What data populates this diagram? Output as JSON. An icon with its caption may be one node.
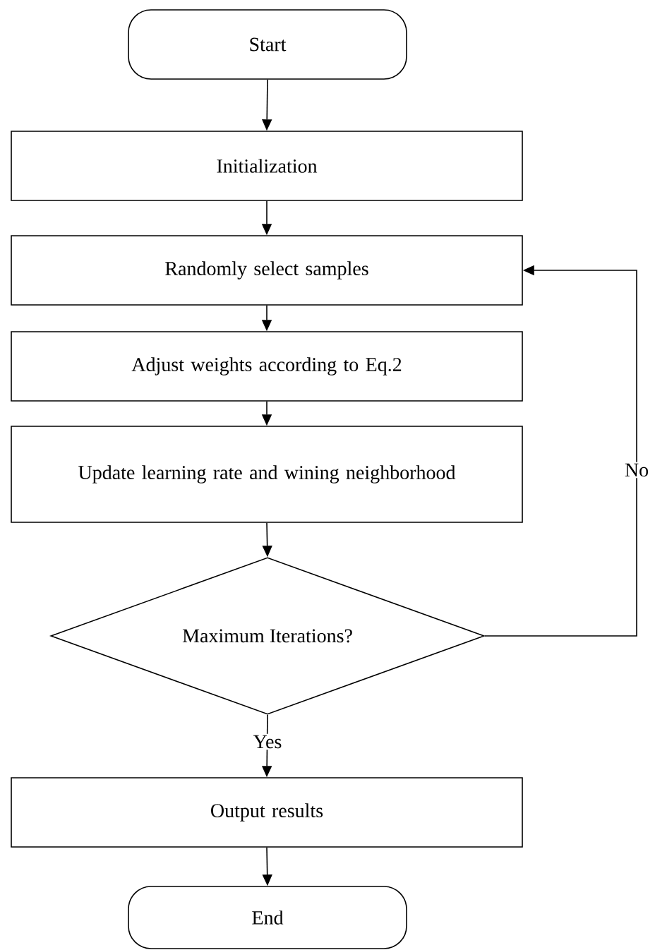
{
  "diagram": {
    "nodes": [
      {
        "text": [
          "Start"
        ]
      },
      {
        "text": [
          "Initialization"
        ]
      },
      {
        "text": [
          "Randomly select samples"
        ]
      },
      {
        "text": [
          "Adjust weights according to Eq.2"
        ]
      },
      {
        "text": [
          "Update learning rate and wining neighborhood"
        ]
      },
      {
        "text": [
          "Maximum Iterations?"
        ]
      },
      {
        "text": [
          "Output results"
        ]
      },
      {
        "text": [
          "End"
        ]
      }
    ],
    "edges": [
      {
        "from": 0,
        "to": 1,
        "arrow": "to"
      },
      {
        "from": 1,
        "to": 2,
        "arrow": "to"
      },
      {
        "from": 2,
        "to": 3,
        "arrow": "to"
      },
      {
        "from": 3,
        "to": 4,
        "arrow": "to"
      },
      {
        "from": 4,
        "to": 5,
        "arrow": "to"
      },
      {
        "from": 5,
        "to": 6,
        "arrow": "to",
        "label": "Yes"
      },
      {
        "from": 5,
        "to": 2,
        "arrow": "to",
        "label": "No"
      },
      {
        "from": 6,
        "to": 7,
        "arrow": "to"
      }
    ]
  }
}
